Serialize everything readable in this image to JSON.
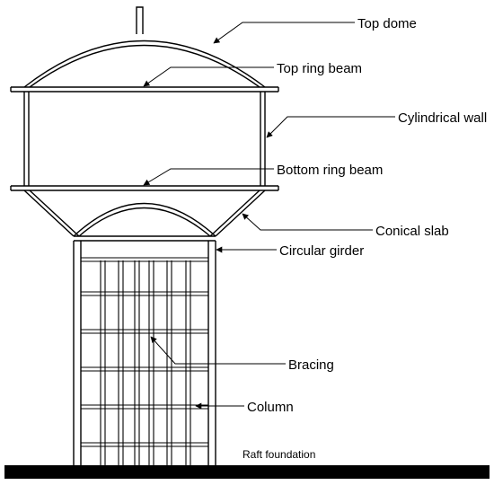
{
  "labels": {
    "top_dome": "Top dome",
    "top_ring_beam": "Top ring beam",
    "cylindrical_wall": "Cylindrical wall",
    "bottom_ring_beam": "Bottom ring beam",
    "conical_slab": "Conical slab",
    "circular_girder": "Circular girder",
    "bracing": "Bracing",
    "column": "Column",
    "raft_foundation": "Raft foundation"
  }
}
